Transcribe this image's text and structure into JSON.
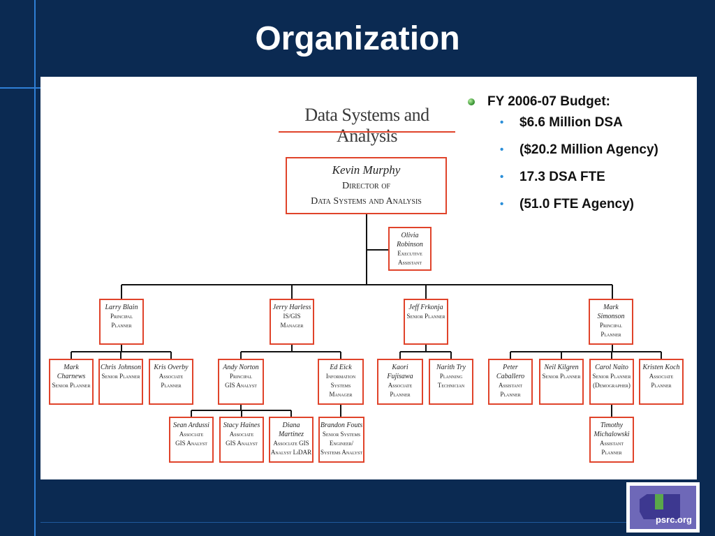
{
  "slide_title": "Organization",
  "org_title": "Data Systems and Analysis",
  "director": {
    "name": "Kevin Murphy",
    "title": "Director of\nData Systems and Analysis"
  },
  "assistant": {
    "name": "Olivia\nRobinson",
    "title": "Executive\nAssistant"
  },
  "managers": [
    {
      "name": "Larry Blain",
      "title": "Principal\nPlanner"
    },
    {
      "name": "Jerry Harless",
      "title": "IS/GIS\nManager"
    },
    {
      "name": "Jeff Frkonja",
      "title": "Senior Planner"
    },
    {
      "name": "Mark\nSimonson",
      "title": "Principal\nPlanner"
    }
  ],
  "staff": {
    "blain": [
      {
        "name": "Mark\nCharnews",
        "title": "Senior Planner"
      },
      {
        "name": "Chris Johnson",
        "title": "Senior Planner"
      },
      {
        "name": "Kris Overby",
        "title": "Associate\nPlanner"
      }
    ],
    "harless": [
      {
        "name": "Andy Norton",
        "title": "Principal\nGIS Analyst"
      },
      {
        "name": "Ed Eick",
        "title": "Information\nSystems\nManager"
      }
    ],
    "norton": [
      {
        "name": "Sean Ardussi",
        "title": "Associate\nGIS Analyst"
      },
      {
        "name": "Stacy Haines",
        "title": "Associate\nGIS Analyst"
      },
      {
        "name": "Diana\nMartinez",
        "title": "Associate GIS\nAnalyst LiDAR"
      }
    ],
    "eick": [
      {
        "name": "Brandon Fouts",
        "title": "Senior Systems\nEngineer/\nSystems Analyst"
      }
    ],
    "frkonja": [
      {
        "name": "Kaori\nFujisawa",
        "title": "Associate\nPlanner"
      },
      {
        "name": "Narith Try",
        "title": "Planning\nTechnician"
      }
    ],
    "simonson": [
      {
        "name": "Peter\nCaballero",
        "title": "Assistant\nPlanner"
      },
      {
        "name": "Neil Kilgren",
        "title": "Senior Planner"
      },
      {
        "name": "Carol Naito",
        "title": "Senior Planner\n(Demographer)"
      },
      {
        "name": "Kristen Koch",
        "title": "Associate\nPlanner"
      }
    ],
    "naito": [
      {
        "name": "Timothy\nMichalowski",
        "title": "Assistant\nPlanner"
      }
    ]
  },
  "budget": {
    "heading": "FY 2006-07 Budget:",
    "items": [
      "$6.6 Million DSA",
      "($20.2 Million Agency)",
      "17.3 DSA FTE",
      "(51.0 FTE Agency)"
    ]
  },
  "logo_text": "psrc.org",
  "colors": {
    "background": "#0b2a52",
    "box_border": "#e0432a",
    "accent_line": "#2f7fd6",
    "bullet": "#2a8ed8"
  }
}
